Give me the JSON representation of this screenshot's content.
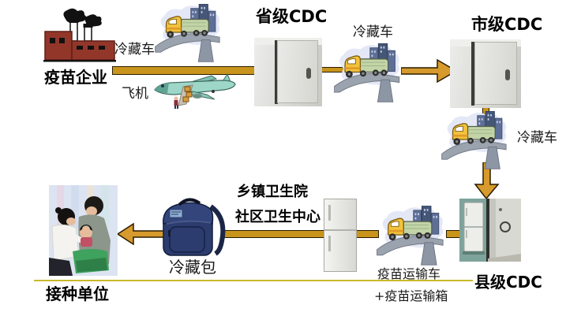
{
  "labels": {
    "factory": "疫苗企业",
    "cold_truck_top": "冷藏车",
    "airplane": "飞机",
    "provincial_cdc": "省级CDC",
    "cold_truck_mid": "冷藏车",
    "municipal_cdc": "市级CDC",
    "cold_truck_right": "冷藏车",
    "county_cdc": "县级CDC",
    "vaccine_transport_truck": "疫苗运输车",
    "vaccine_transport_box": "+疫苗运输箱",
    "township_health_center": "乡镇卫生院",
    "community_health_center": "社区卫生中心",
    "cold_bag": "冷藏包",
    "vaccination_unit": "接种单位"
  },
  "colors": {
    "arrow_fill": "#D79A2C",
    "arrow_outline": "#2A1C00",
    "bar_fill": "#C8941C",
    "baseline": "#C9BA2B"
  }
}
